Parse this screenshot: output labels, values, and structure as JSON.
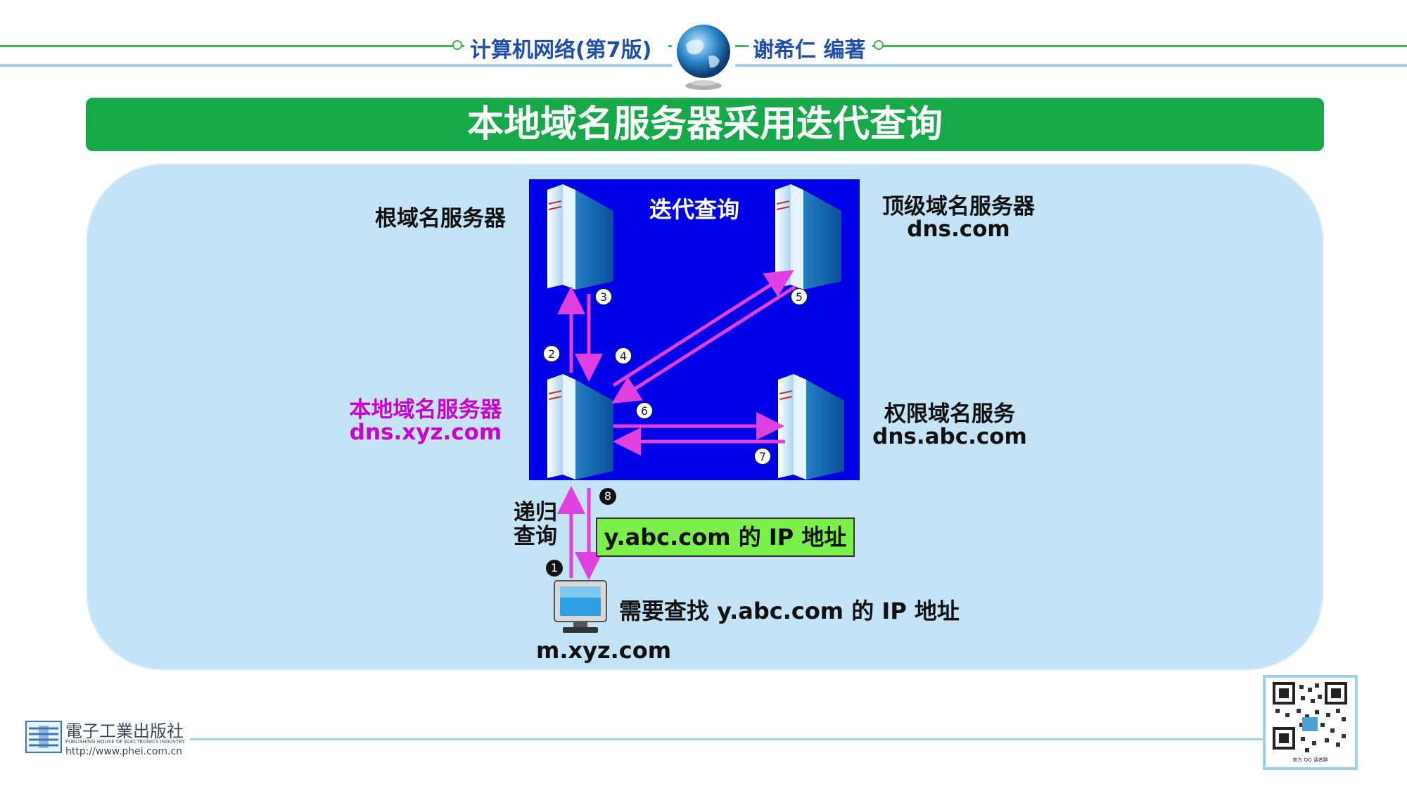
{
  "header": {
    "book_title": "计算机网络(第7版)",
    "author": "谢希仁 编著",
    "globe_icon": "globe-icon"
  },
  "slide": {
    "title": "本地域名服务器采用迭代查询"
  },
  "diagram": {
    "iterative_label": "迭代查询",
    "root_server": {
      "label": "根域名服务器"
    },
    "tld_server": {
      "label": "顶级域名服务器",
      "domain": "dns.com"
    },
    "local_server": {
      "label": "本地域名服务器",
      "domain": "dns.xyz.com"
    },
    "auth_server": {
      "label": "权限域名服务",
      "domain": "dns.abc.com"
    },
    "recursive_label_1": "递归",
    "recursive_label_2": "查询",
    "answer_box": "y.abc.com 的 IP 地址",
    "host_query": "需要查找 y.abc.com 的 IP 地址",
    "host_domain": "m.xyz.com",
    "steps": [
      "1",
      "2",
      "3",
      "4",
      "5",
      "6",
      "7",
      "8"
    ],
    "colors": {
      "arrow": "#e040e0",
      "box": "#0000e6",
      "panel": "#c4e3f7",
      "title_bar": "#17a84a"
    }
  },
  "footer": {
    "publisher_name": "電子工業出版社",
    "publisher_en": "PUBLISHING HOUSE OF ELECTRONICS INDUSTRY",
    "url": "http://www.phei.com.cn",
    "qr_caption": "官方 QQ 读者群"
  }
}
